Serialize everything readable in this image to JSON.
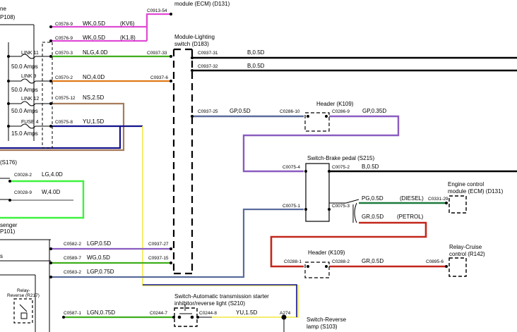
{
  "components": {
    "ecm_top": "module (ECM) (D131)",
    "lighting_switch_l1": "Module-Lighting",
    "lighting_switch_l2": "switch (D183)",
    "header_k109_top": "Header (K109)",
    "brake_switch": "Switch-Brake pedal (S215)",
    "ecm_right_l1": "Engine control",
    "ecm_right_l2": "module (ECM) (D131)",
    "relay_cruise_l1": "Relay-Cruise",
    "relay_cruise_l2": "control (R142)",
    "header_k109_bottom": "Header (K109)",
    "trans_switch_l1": "Switch-Automatic transmission starter",
    "trans_switch_l2": "inhibitor/reverse light (S210)",
    "reverse_switch_l1": "Switch-Reverse",
    "reverse_switch_l2": "lamp (S103)",
    "relay_reverse_l1": "Relay-",
    "relay_reverse_l2": "Reverse (R217)",
    "partial_engine": "ne",
    "partial_p108": "P108)",
    "partial_s176": "(S176)",
    "partial_passenger_l1": "senger",
    "partial_passenger_l2": "P101)",
    "partial_s": "s"
  },
  "fuses": [
    {
      "name": "LINK 11",
      "rating": "50.0 Amps"
    },
    {
      "name": "LINK 9",
      "rating": "50.0 Amps"
    },
    {
      "name": "LINK 12",
      "rating": "50.0 Amps"
    },
    {
      "name": "FUSE 4",
      "rating": "15.0 Amps"
    }
  ],
  "connectors": {
    "c0578_9": "C0578-9",
    "c0576_9": "C0576-9",
    "c0570_3": "C0570-3",
    "c0570_2": "C0570-2",
    "c0575_12": "C0575-12",
    "c0575_8": "C0575-8",
    "c0913_54": "C0913-54",
    "c0937_33": "C0937-33",
    "c0937_31": "C0937-31",
    "c0937_32": "C0937-32",
    "c0937_6": "C0937-6",
    "c0937_25": "C0937-25",
    "c0286_10": "C0286-10",
    "c0286_9": "C0286-9",
    "c0075_4": "C0075-4",
    "c0075_2": "C0075-2",
    "c0075_1": "C0075-1",
    "c0075_3": "C0075-3",
    "c0331_29": "C0331-29",
    "c0028_2": "C0028-2",
    "c0028_9": "C0028-9",
    "c0582_2": "C0582-2",
    "c0589_7": "C0589-7",
    "c0583_2": "C0583-2",
    "c0937_27": "C0937-27",
    "c0937_15": "C0937-15",
    "c0288_1": "C0288-1",
    "c0288_2": "C0288-2",
    "c0895_6": "C0895-6",
    "c0587_1": "C0587-1",
    "c0244_7": "C0244-7",
    "c0244_8": "C0244-8",
    "a274": "A274"
  },
  "wires": {
    "wk_kv6": "WK,0.5D",
    "kv6": "(KV6)",
    "wk_k18": "WK,0.5D",
    "k18": "(K1.8)",
    "nlg": "NLG,4.0D",
    "no": "NO,4.0D",
    "ns": "NS,2.5D",
    "yu_left": "YU,1.5D",
    "b_31": "B,0.5D",
    "b_32": "B,0.5D",
    "gp_left": "GP,0.5D",
    "gp_right": "GP,0.35D",
    "b_brake": "B,0.5D",
    "pg": "PG,0.5D",
    "diesel": "(DIESEL)",
    "gr": "GR,0.5D",
    "petrol": "(PETROL)",
    "gr_relay": "GR,0.5D",
    "lg_40": "LG,4.0D",
    "w_40": "W,4.0D",
    "lgp_05": "LGP,0.5D",
    "wg": "WG,0.5D",
    "lgp_075": "LGP,0.75D",
    "lgn": "LGN,0.75D",
    "yu_trans": "YU,1.5D"
  },
  "colors": {
    "pink": "#e04ad6",
    "green": "#3fae1b",
    "orange": "#e07a17",
    "tan": "#a87c5b",
    "navy": "#13138c",
    "yellow": "#f2ec5c",
    "bright_green": "#3ef23e",
    "purple": "#8a5cc0",
    "slate": "#5a6c9c",
    "dark_green": "#1c7a3c",
    "red": "#c2261a",
    "black": "#000000"
  }
}
